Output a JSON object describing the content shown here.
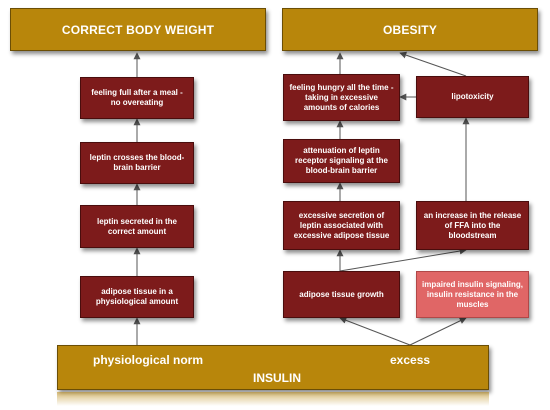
{
  "headers": {
    "left": "CORRECT BODY WEIGHT",
    "right": "OBESITY"
  },
  "left_column": [
    "feeling full after a meal - no overeating",
    "leptin crosses the blood-brain barrier",
    "leptin secreted in the correct amount",
    "adipose tissue in a physiological amount"
  ],
  "right_column": {
    "hungry": "feeling hungry all the time - taking in excessive amounts of calories",
    "lipotoxicity": "lipotoxicity",
    "attenuation": "attenuation of leptin receptor signaling at the blood-brain barrier",
    "excessive_secretion": "excessive secretion of leptin associated with excessive adipose tissue",
    "ffa": "an increase in the release of FFA into the bloodstream",
    "growth": "adipose tissue growth",
    "impaired": "impaired insulin signaling, insulin resistance in the muscles"
  },
  "bottom": {
    "left_label": "physiological norm",
    "right_label": "excess",
    "center_label": "INSULIN"
  },
  "colors": {
    "header_gold": "#b8860b",
    "box_dark_red": "#7d1b1b",
    "box_pink": "#e06666",
    "arrow": "#555555"
  }
}
